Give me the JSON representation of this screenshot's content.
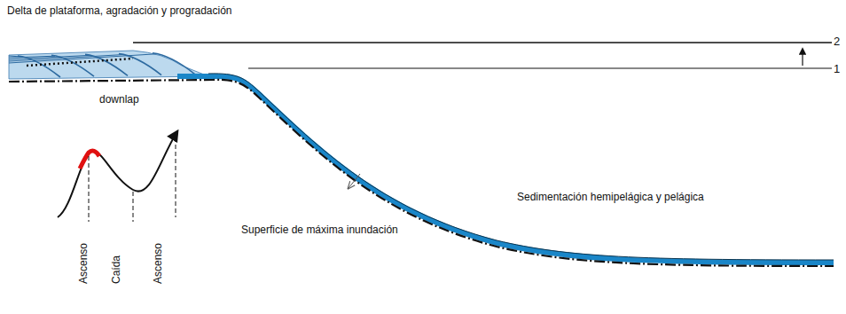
{
  "diagram": {
    "labels": [
      "Delta de plataforma, agradación y progradación",
      "2",
      "1",
      "downlap",
      "Ascenso",
      "Caída",
      "Ascenso",
      "Superficie de máxima inundación",
      "Sedimentación hemipelágica y pelágica"
    ]
  }
}
